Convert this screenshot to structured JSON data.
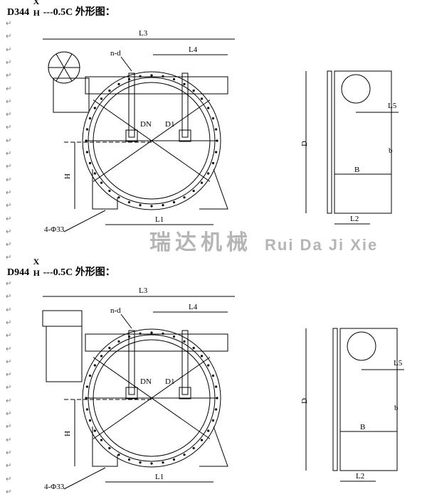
{
  "paragraph_mark": "↵",
  "sections": [
    {
      "model_prefix": "D344",
      "sup": "X",
      "sub": "H",
      "model_suffix": "---0.5C 外形图：",
      "labels": {
        "L3": "L3",
        "nd": "n-d",
        "L4": "L4",
        "DN": "DN",
        "D1": "D1",
        "H": "H",
        "bolt": "4-Φ33",
        "L1": "L1",
        "D": "D",
        "L5": "L5",
        "b": "b",
        "B": "B",
        "L2": "L2"
      }
    },
    {
      "model_prefix": "D944",
      "sup": "X",
      "sub": "H",
      "model_suffix": "---0.5C 外形图：",
      "labels": {
        "L3": "L3",
        "nd": "n-d",
        "L4": "L4",
        "DN": "DN",
        "D1": "D1",
        "H": "H",
        "bolt": "4-Φ33",
        "L1": "L1",
        "D": "D",
        "L5": "L5",
        "b": "b",
        "B": "B",
        "L2": "L2"
      }
    }
  ],
  "watermark": {
    "cn": "瑞达机械",
    "en": "Rui Da Ji Xie"
  }
}
